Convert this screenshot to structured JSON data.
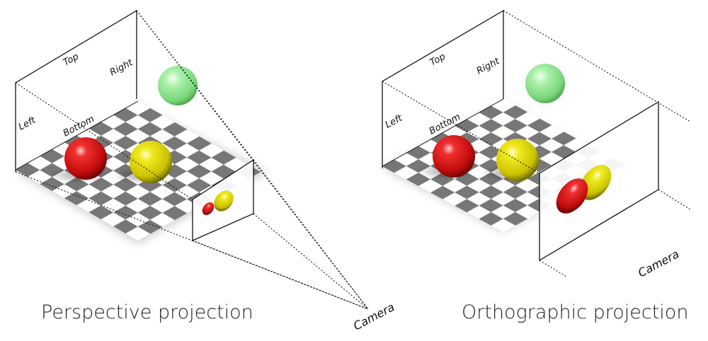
{
  "perspective": {
    "face_labels": {
      "top": "Top",
      "right": "Right",
      "left": "Left",
      "bottom": "Bottom"
    },
    "camera_label": "Camera",
    "caption": "Perspective projection"
  },
  "orthographic": {
    "face_labels": {
      "top": "Top",
      "right": "Right",
      "left": "Left",
      "bottom": "Bottom"
    },
    "camera_label": "Camera",
    "caption": "Orthographic projection"
  },
  "colors": {
    "sphere_red": "#d01010",
    "sphere_yellow": "#d8d000",
    "sphere_green": "#7ee07e",
    "checker_dark": "#777777",
    "checker_light": "#ffffff"
  }
}
